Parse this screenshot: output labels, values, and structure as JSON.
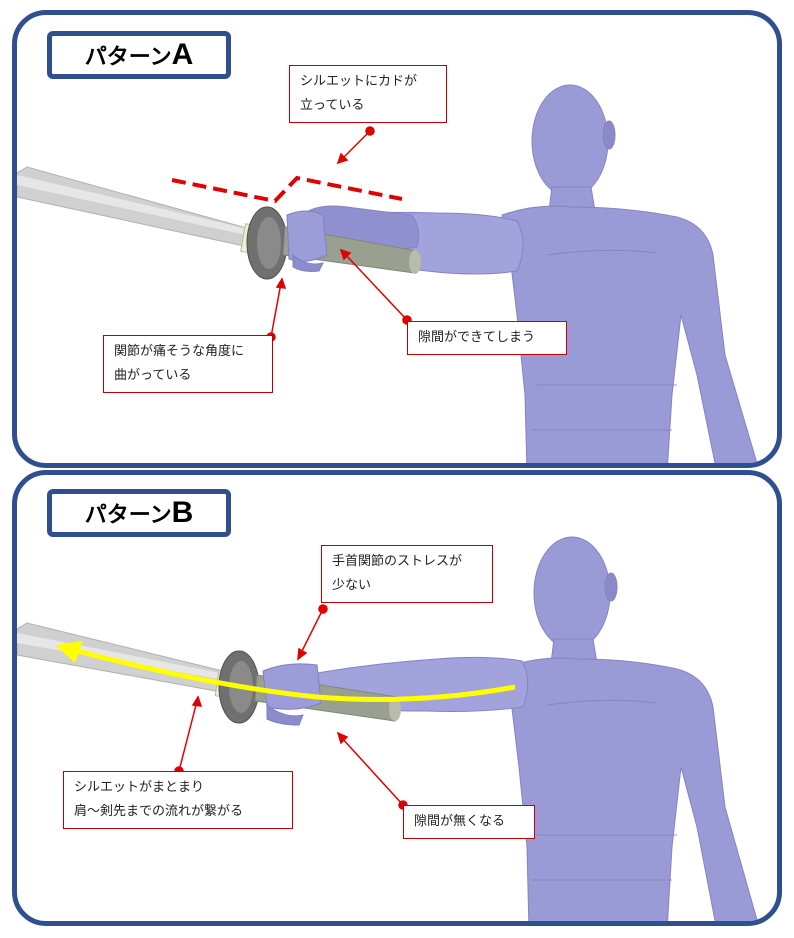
{
  "panel_a": {
    "title_prefix": "パターン",
    "title_letter": "A",
    "callouts": {
      "silhouette_line1": "シルエットにカドが",
      "silhouette_line2": "立っている",
      "joint_line1": "関節が痛そうな角度に",
      "joint_line2": "曲がっている",
      "gap": "隙間ができてしまう"
    }
  },
  "panel_b": {
    "title_prefix": "パターン",
    "title_letter": "B",
    "callouts": {
      "wrist_line1": "手首関節のストレスが",
      "wrist_line2": "少ない",
      "silhouette_line1": "シルエットがまとまり",
      "silhouette_line2": "肩〜剣先までの流れが繋がる",
      "gap": "隙間が無くなる"
    }
  },
  "colors": {
    "frame": "#2f4f8f",
    "figure": "#9a9ad6",
    "callout_red": "#e00000",
    "flow_yellow": "#ffff00"
  }
}
